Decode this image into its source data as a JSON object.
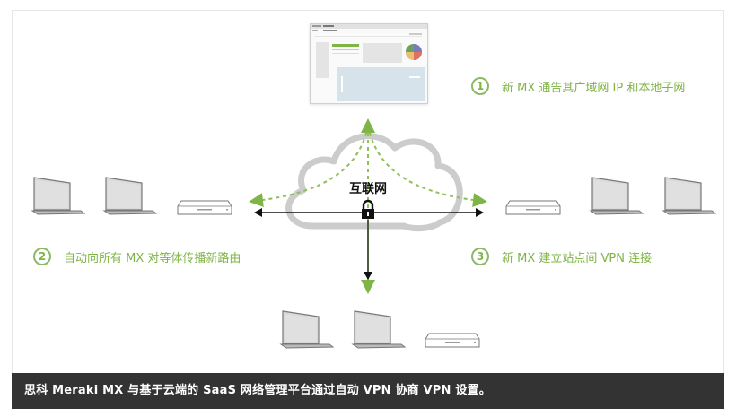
{
  "diagram": {
    "cloud_label": "互联网",
    "steps": [
      {
        "number": "1",
        "text": "新 MX 通告其广域网 IP 和本地子网"
      },
      {
        "number": "2",
        "text": "自动向所有 MX 对等体传播新路由"
      },
      {
        "number": "3",
        "text": "新 MX 建立站点间 VPN 连接"
      }
    ],
    "caption": "思科 Meraki MX 与基于云端的 SaaS 网络管理平台通过自动 VPN 协商 VPN 设置。",
    "colors": {
      "accent_green": "#7fb446",
      "caption_bg": "#333333",
      "cloud_stroke": "#c8c8c8",
      "arrow_black": "#111111"
    },
    "nodes": {
      "top": [
        "dashboard-screenshot"
      ],
      "left": [
        "laptop",
        "laptop",
        "mx-appliance"
      ],
      "right": [
        "mx-appliance",
        "laptop",
        "laptop"
      ],
      "bottom": [
        "laptop",
        "laptop",
        "mx-appliance"
      ]
    }
  }
}
